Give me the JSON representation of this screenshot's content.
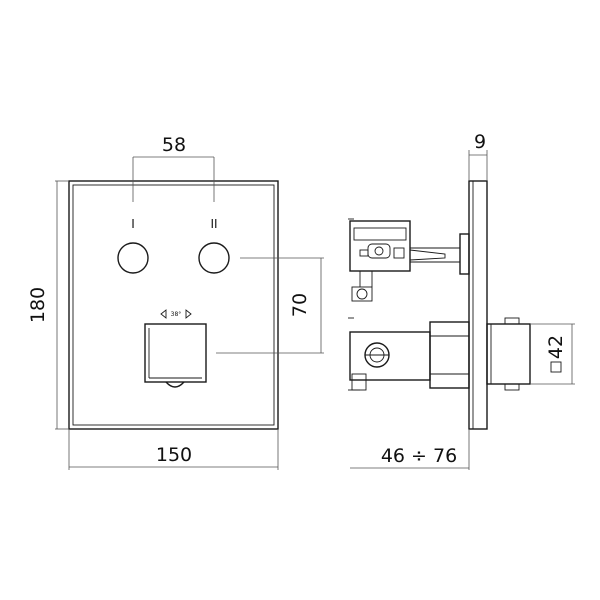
{
  "front_view": {
    "button_spacing": "58",
    "button_left_mark": "I",
    "button_right_mark": "II",
    "rotation_label": "38°",
    "height": "180",
    "width": "150",
    "button_to_handle": "70"
  },
  "side_view": {
    "plate_thickness": "9",
    "depth_range": "46 ÷ 76",
    "handle_size": "42"
  }
}
